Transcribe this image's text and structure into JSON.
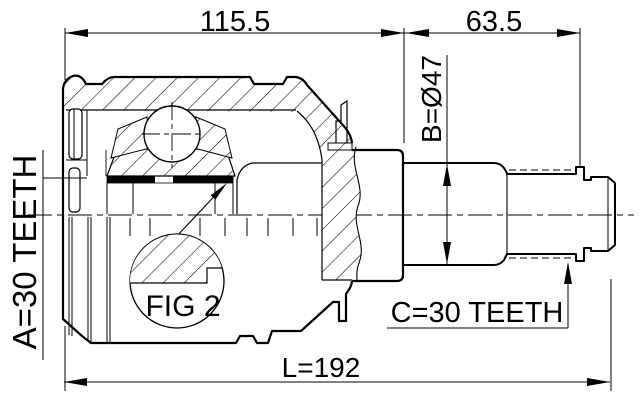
{
  "labels": {
    "dim_housing_length": "115.5",
    "dim_shaft_length": "63.5",
    "dim_shaft_diameter": "B=Ø47",
    "dim_inner_spline": "A=30 TEETH",
    "dim_outer_spline": "C=30 TEETH",
    "dim_total_length": "L=192",
    "detail_figure": "FIG 2"
  },
  "colors": {
    "line": "#000000",
    "background": "#ffffff"
  }
}
